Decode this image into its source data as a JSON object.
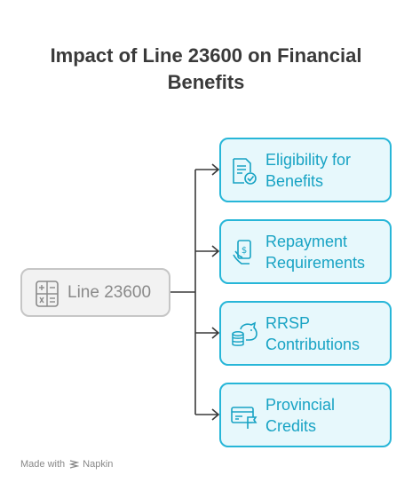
{
  "title": {
    "line1": "Impact of Line 23600 on Financial",
    "line2": "Benefits"
  },
  "source": {
    "label": "Line 23600",
    "icon": "calculator-icon"
  },
  "branches": [
    {
      "line1": "Eligibility for",
      "line2": "Benefits",
      "icon": "document-check-icon"
    },
    {
      "line1": "Repayment",
      "line2": "Requirements",
      "icon": "hand-money-icon"
    },
    {
      "line1": "RRSP",
      "line2": "Contributions",
      "icon": "piggy-bank-coins-icon"
    },
    {
      "line1": "Provincial",
      "line2": "Credits",
      "icon": "card-flag-icon"
    }
  ],
  "footer": {
    "made_with": "Made with",
    "brand": "Napkin"
  },
  "colors": {
    "accent": "#27b6d8",
    "accent_text": "#18a3c4",
    "card_fill": "#e7f8fc",
    "source_fill": "#f2f2f2",
    "source_border": "#c6c6c6",
    "title": "#3a3a3a"
  }
}
